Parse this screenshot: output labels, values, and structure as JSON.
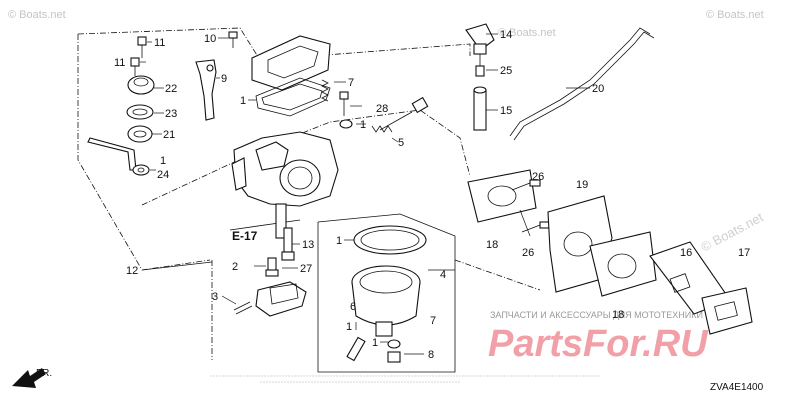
{
  "diagram": {
    "callouts": {
      "c11a": "11",
      "c11b": "11",
      "c22": "22",
      "c23": "23",
      "c21": "21",
      "c1a": "1",
      "c24": "24",
      "c10": "10",
      "c9": "9",
      "c1b": "1",
      "c7a": "7",
      "c28": "28",
      "c1c": "1",
      "c5": "5",
      "c14": "14",
      "c25": "25",
      "c15": "15",
      "c20": "20",
      "c26a": "26",
      "c19": "19",
      "c17": "17",
      "c16": "16",
      "c18a": "18",
      "c26b": "26",
      "c18b": "18",
      "c1d": "1",
      "c4": "4",
      "c7b": "7",
      "c13": "13",
      "c2": "2",
      "c27": "27",
      "c3": "3",
      "c12": "12",
      "c6": "6",
      "c1e": "1",
      "c1f": "1",
      "c8": "8"
    },
    "reference": "E-17",
    "diagram_code": "ZVA4E1400",
    "fr_label": "FR.",
    "watermarks": [
      "© Boats.net",
      "© Boats.net",
      "© Boats.net",
      "© Boats.net"
    ],
    "brand_text": "PartsFor.RU",
    "brand_tagline": "ЗАПЧАСТИ И АКСЕССУАРЫ ДЛЯ МОТОТЕХНИКИ"
  }
}
